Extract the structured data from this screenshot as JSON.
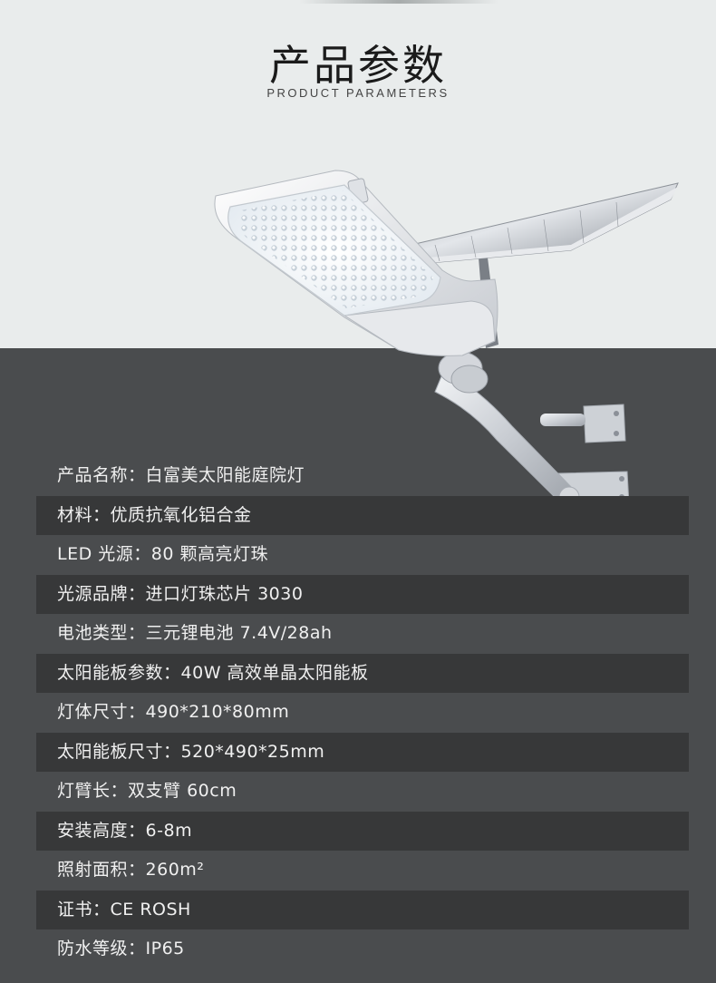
{
  "header": {
    "title_zh": "产品参数",
    "title_en": "PRODUCT PARAMETERS"
  },
  "product_image": {
    "icon": "solar-street-light-illustration"
  },
  "colors": {
    "top_background": "#e9ecec",
    "bottom_background": "#4a4c4e",
    "stripe_dark": "#373839",
    "text_light": "#f0f0f0",
    "title_dark": "#1b1b1b"
  },
  "parameters": [
    {
      "label": "产品名称",
      "value": "白富美太阳能庭院灯"
    },
    {
      "label": "材料",
      "value": "优质抗氧化铝合金"
    },
    {
      "label": "LED 光源",
      "value": "80 颗高亮灯珠"
    },
    {
      "label": "光源品牌",
      "value": "进口灯珠芯片 3030"
    },
    {
      "label": "电池类型",
      "value": "三元锂电池 7.4V/28ah"
    },
    {
      "label": "太阳能板参数",
      "value": "40W 高效单晶太阳能板"
    },
    {
      "label": "灯体尺寸",
      "value": "490*210*80mm"
    },
    {
      "label": "太阳能板尺寸",
      "value": "520*490*25mm"
    },
    {
      "label": "灯臂长",
      "value": "双支臂 60cm"
    },
    {
      "label": "安装高度",
      "value": "6-8m"
    },
    {
      "label": "照射面积",
      "value": "260m²"
    },
    {
      "label": "证书",
      "value": "CE ROSH"
    },
    {
      "label": "防水等级",
      "value": "IP65"
    }
  ]
}
